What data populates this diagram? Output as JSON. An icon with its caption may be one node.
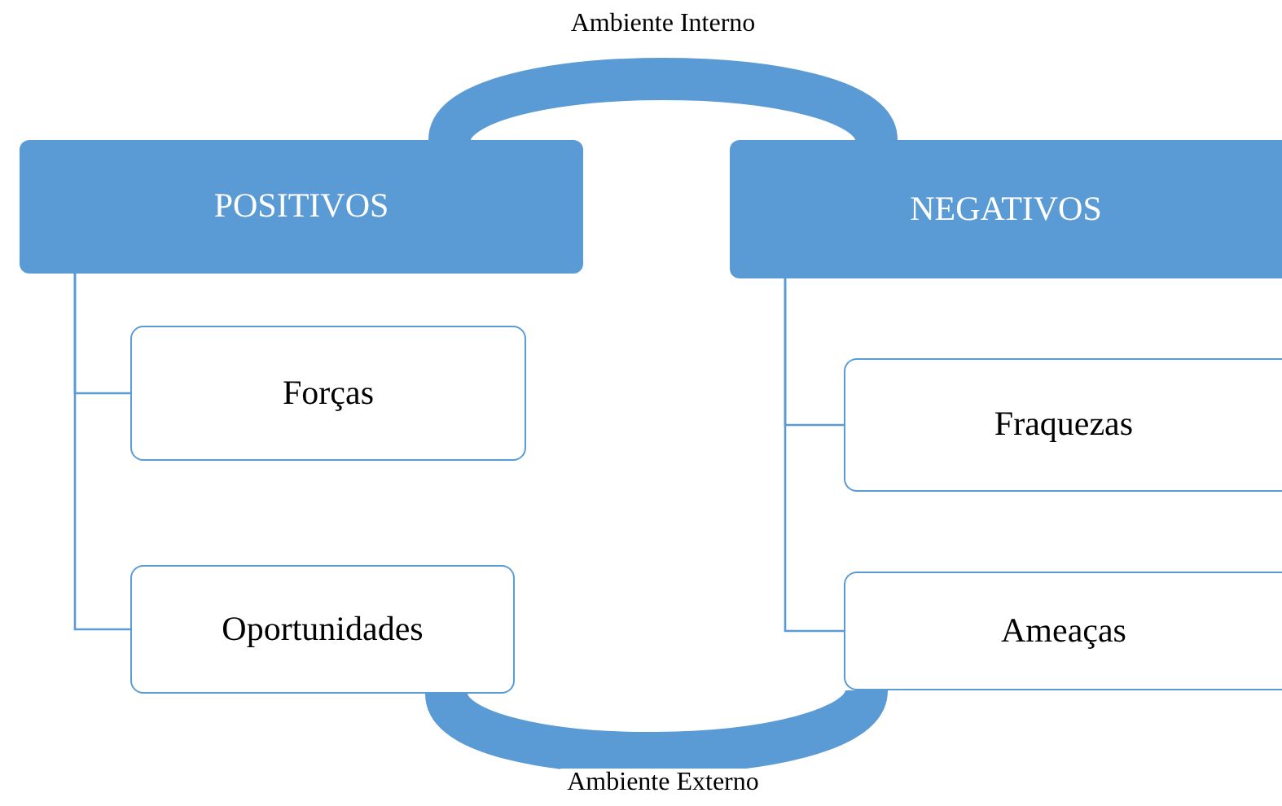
{
  "diagram": {
    "nodes": [
      {
        "text": [
          "POSITIVOS"
        ]
      },
      {
        "text": [
          "Forças"
        ]
      },
      {
        "text": [
          "Oportunidades"
        ]
      },
      {
        "text": [
          "NEGATIVOS"
        ]
      },
      {
        "text": [
          "Fraquezas"
        ]
      },
      {
        "text": [
          "Ameaças"
        ]
      }
    ],
    "edges": [
      {
        "from": 0,
        "to": 3,
        "arrow": "none",
        "style": "thick",
        "label": "Ambiente Interno"
      },
      {
        "from": 0,
        "to": 1,
        "arrow": "none"
      },
      {
        "from": 0,
        "to": 2,
        "arrow": "none"
      },
      {
        "from": 3,
        "to": 4,
        "arrow": "none"
      },
      {
        "from": 3,
        "to": 5,
        "arrow": "none"
      },
      {
        "from": 2,
        "to": 5,
        "arrow": "none",
        "style": "thick",
        "label": "Ambiente Externo"
      }
    ]
  }
}
